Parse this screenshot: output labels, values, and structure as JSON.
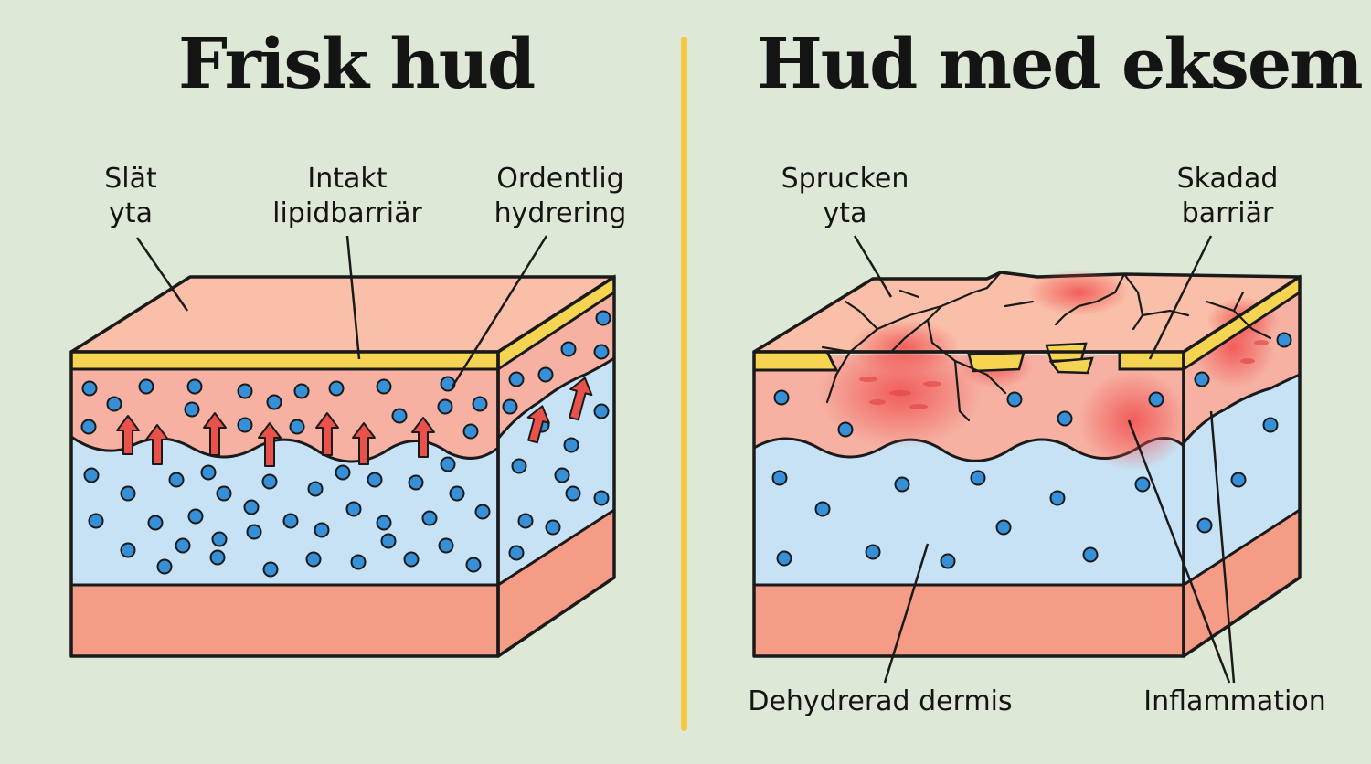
{
  "colors": {
    "background": "#dde8d6",
    "divider": "#f5c842",
    "epidermis": "#f6b1a3",
    "top_surface": "#f9bfa8",
    "lipid_barrier": "#f5d452",
    "dermis": "#c7e2f4",
    "subcutis": "#f49c86",
    "water_dot": "#3590d8",
    "arrow": "#e8524a",
    "inflammation": "#f04e4e"
  },
  "left": {
    "title": "Frisk hud",
    "labels": {
      "smooth_line1": "Slät",
      "smooth_line2": "yta",
      "lipid_line1": "Intakt",
      "lipid_line2": "lipidbarriär",
      "hydration_line1": "Ordentlig",
      "hydration_line2": "hydrering"
    }
  },
  "right": {
    "title": "Hud med eksem",
    "labels": {
      "cracked_line1": "Sprucken",
      "cracked_line2": "yta",
      "damaged_line1": "Skadad",
      "damaged_line2": "barriär",
      "dehydrated": "Dehydrerad dermis",
      "inflammation": "Inflammation"
    }
  }
}
